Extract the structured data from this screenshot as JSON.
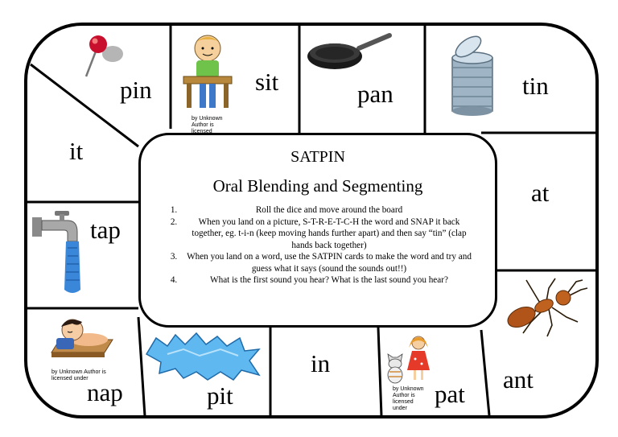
{
  "board": {
    "title": "SATPIN",
    "subtitle": "Oral Blending and Segmenting",
    "instructions": [
      "Roll the dice and move around the board",
      "When you land on a picture, S-T-R-E-T-C-H the word and SNAP it back together, eg. t-i-n (keep moving hands further apart) and then say “tin” (clap hands back together)",
      "When you land on a word, use the SATPIN cards to make the word and try and guess what it says (sound the sounds out!!)",
      "What is the first sound you hear? What is the last sound you hear?"
    ]
  },
  "squares": {
    "pin": {
      "word": "pin",
      "icon": "push-pin-icon"
    },
    "sit": {
      "word": "sit",
      "icon": "boy-at-desk-icon",
      "caption": "by Unknown\nAuthor is\nlicensed\nunder"
    },
    "pan": {
      "word": "pan",
      "icon": "frying-pan-icon"
    },
    "tin": {
      "word": "tin",
      "icon": "tin-can-icon"
    },
    "it": {
      "word": "it"
    },
    "at": {
      "word": "at"
    },
    "tap": {
      "word": "tap",
      "icon": "water-tap-icon"
    },
    "ant": {
      "word": "ant",
      "icon": "ant-icon"
    },
    "nap": {
      "word": "nap",
      "icon": "sleeping-boy-icon",
      "caption": "by Unknown Author is\nlicensed under"
    },
    "pit": {
      "word": "pit",
      "icon": "water-pit-icon"
    },
    "in": {
      "word": "in"
    },
    "pat": {
      "word": "pat",
      "icon": "girl-and-cat-icon",
      "caption": "by Unknown\nAuthor is\nlicensed\nunder"
    }
  }
}
